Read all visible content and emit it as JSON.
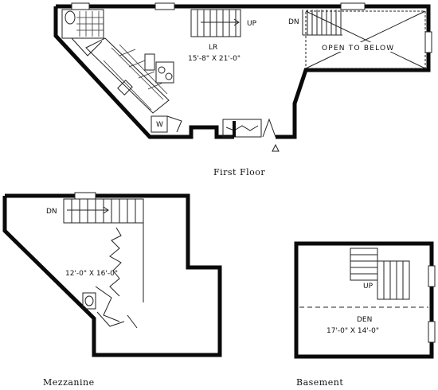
{
  "first_floor": {
    "caption": "First Floor",
    "room_label": "LR",
    "room_size": "15'-8\" X 21'-0\"",
    "up_label": "UP",
    "dn_label": "DN",
    "open_below": "OPEN TO BELOW",
    "closet_label": "W"
  },
  "mezzanine": {
    "caption": "Mezzanine",
    "dn_label": "DN",
    "room_size": "12'-0\" X 16'-0\""
  },
  "basement": {
    "caption": "Basement",
    "up_label": "UP",
    "room_label": "DEN",
    "room_size": "17'-0\" X 14'-0\""
  }
}
